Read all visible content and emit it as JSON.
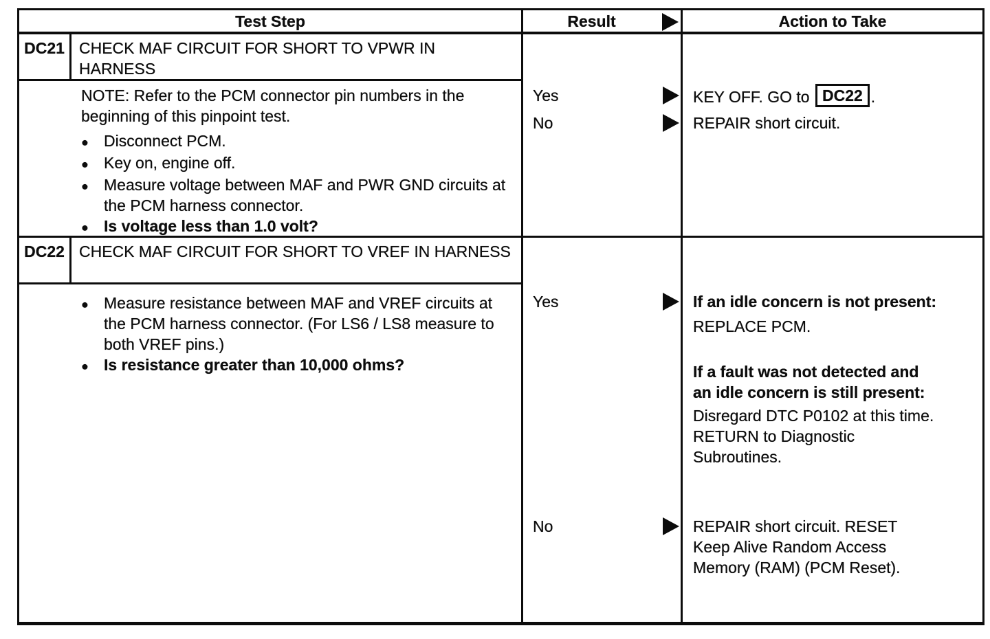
{
  "colors": {
    "ink": "#0d0d0d",
    "paper": "#ffffff"
  },
  "header": {
    "test_step": "Test Step",
    "result": "Result",
    "action_to_take": "Action to Take"
  },
  "steps": [
    {
      "id": "DC21",
      "title": "CHECK MAF CIRCUIT FOR SHORT TO VPWR IN HARNESS",
      "note": "NOTE: Refer to the PCM connector pin numbers in the beginning of this pinpoint test.",
      "bullets": [
        "Disconnect PCM.",
        "Key on, engine off.",
        "Measure voltage between MAF and PWR GND circuits at the PCM harness connector.",
        "Is voltage less than 1.0 volt?"
      ],
      "results": [
        {
          "label": "Yes",
          "action_pre": "KEY OFF. GO to ",
          "action_ref": "DC22",
          "action_post": "."
        },
        {
          "label": "No",
          "action": "REPAIR short circuit."
        }
      ]
    },
    {
      "id": "DC22",
      "title": "CHECK MAF CIRCUIT FOR SHORT TO VREF IN HARNESS",
      "bullets": [
        "Measure resistance between MAF and VREF circuits at the PCM harness connector. (For LS6 / LS8 measure to both VREF pins.)",
        "Is resistance greater than 10,000 ohms?"
      ],
      "results": [
        {
          "label": "Yes",
          "condition_1": "If an idle concern is not present:",
          "action_1": "REPLACE PCM.",
          "condition_2": "If a fault was not detected and an idle concern is still present:",
          "action_2": "Disregard DTC P0102 at this time. RETURN to Diagnostic Subroutines."
        },
        {
          "label": "No",
          "action": "REPAIR short circuit. RESET Keep Alive Random Access Memory (RAM) (PCM Reset)."
        }
      ]
    }
  ]
}
